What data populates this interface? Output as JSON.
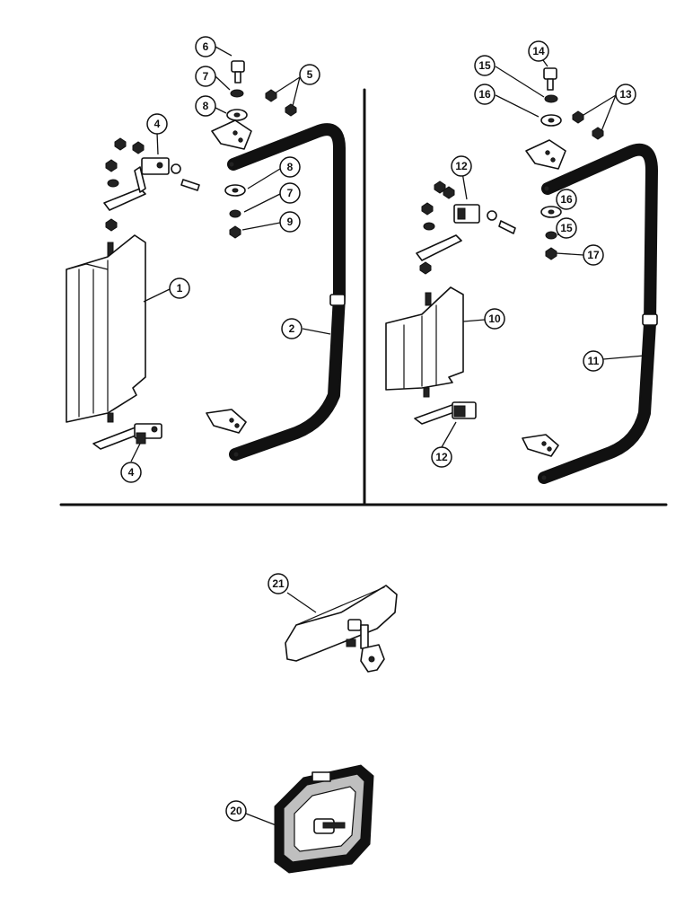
{
  "callouts": {
    "c6": "6",
    "c7a": "7",
    "c5": "5",
    "c8a": "8",
    "c4a": "4",
    "c8b": "8",
    "c7b": "7",
    "c9": "9",
    "c1": "1",
    "c2": "2",
    "c4b": "4",
    "c15a": "15",
    "c14": "14",
    "c16a": "16",
    "c13": "13",
    "c12a": "12",
    "c16b": "16",
    "c15b": "15",
    "c17": "17",
    "c10": "10",
    "c11": "11",
    "c12b": "12",
    "c21": "21",
    "c20": "20"
  }
}
